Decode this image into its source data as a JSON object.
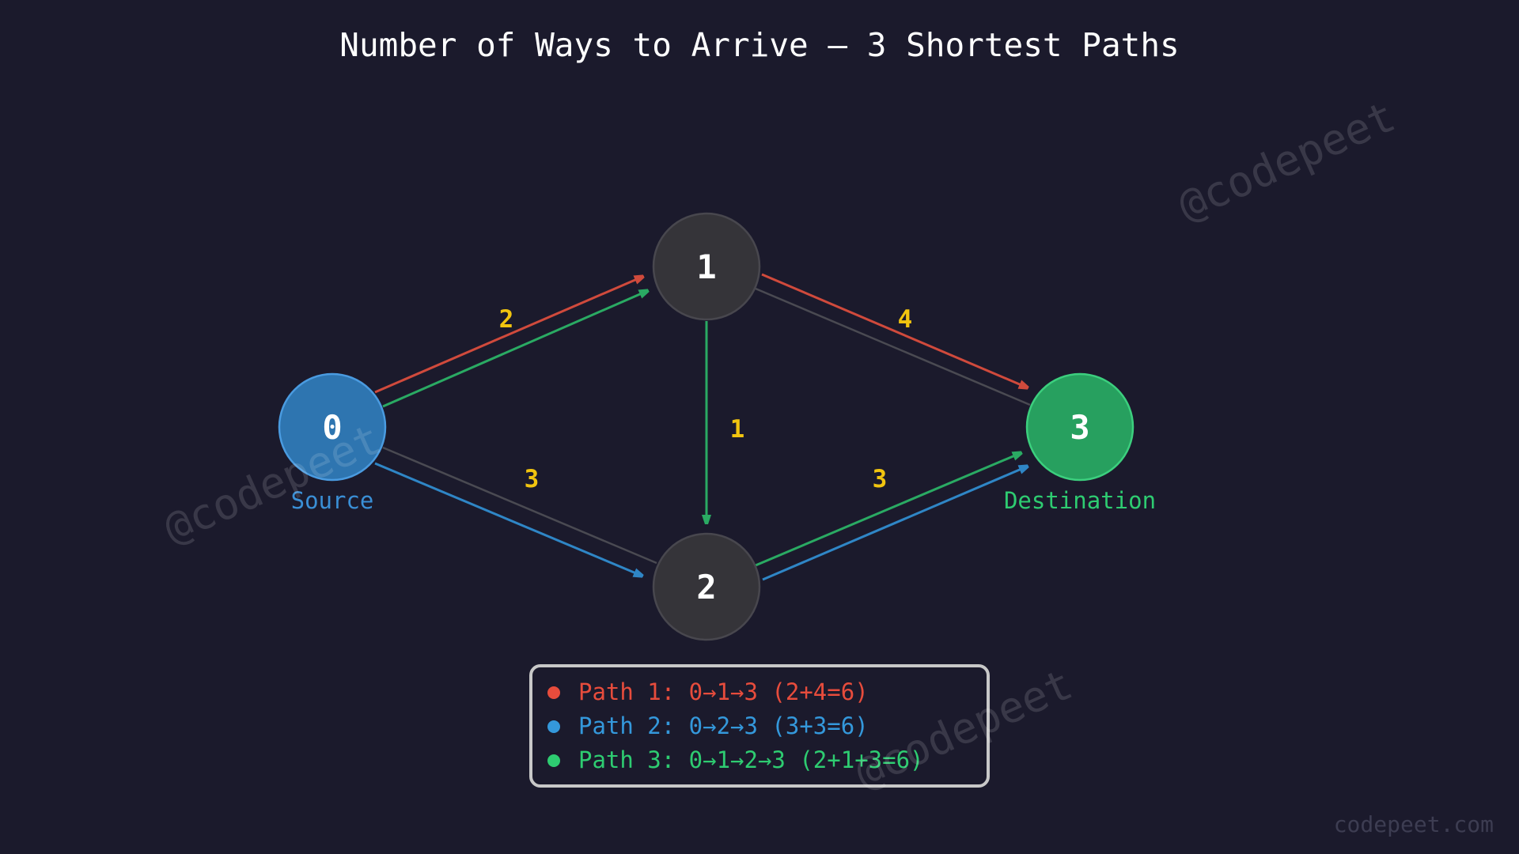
{
  "title": "Number of Ways to Arrive — 3 Shortest Paths",
  "nodes": [
    {
      "id": "0",
      "label": "0",
      "sublabel": "Source"
    },
    {
      "id": "1",
      "label": "1",
      "sublabel": ""
    },
    {
      "id": "2",
      "label": "2",
      "sublabel": ""
    },
    {
      "id": "3",
      "label": "3",
      "sublabel": "Destination"
    }
  ],
  "edges": [
    {
      "from": "0",
      "to": "1",
      "weight": "2"
    },
    {
      "from": "1",
      "to": "3",
      "weight": "4"
    },
    {
      "from": "1",
      "to": "2",
      "weight": "1"
    },
    {
      "from": "0",
      "to": "2",
      "weight": "3"
    },
    {
      "from": "2",
      "to": "3",
      "weight": "3"
    }
  ],
  "legend": [
    {
      "label": "Path 1: 0→1→3 (2+4=6)",
      "color": "#e74c3c"
    },
    {
      "label": "Path 2: 0→2→3 (3+3=6)",
      "color": "#3498db"
    },
    {
      "label": "Path 3: 0→1→2→3 (2+1+3=6)",
      "color": "#2ecc71"
    }
  ],
  "watermark": "@codepeet",
  "footer": "codepeet.com",
  "colors": {
    "background": "#1b1a2c",
    "path1": "#e74c3c",
    "path2": "#3498db",
    "path3": "#2ecc71",
    "weight": "#f1c40f",
    "source_node": "#2e75b0",
    "destination_node": "#27a05f",
    "neutral_node": "#353439",
    "neutral_edge": "#4a4a52"
  }
}
